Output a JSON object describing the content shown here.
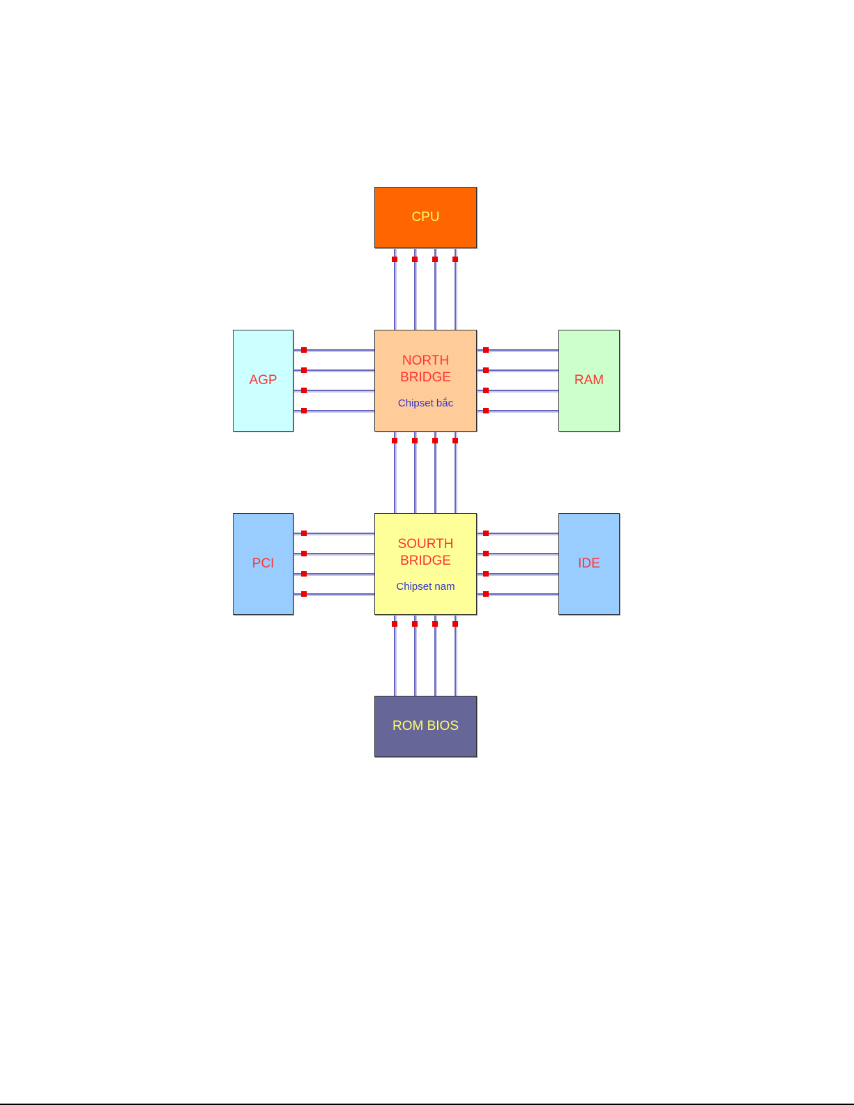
{
  "diagram": {
    "nodes": {
      "cpu": {
        "label": "CPU",
        "fill": "#FF6600",
        "text_color": "#FFFF66"
      },
      "north_bridge": {
        "label": "NORTH\nBRIDGE",
        "sublabel": "Chipset bắc",
        "fill": "#FFCC99",
        "text_color": "#FF3333",
        "sub_color": "#3333CC"
      },
      "agp": {
        "label": "AGP",
        "fill": "#CCFFFF",
        "text_color": "#FF3333"
      },
      "ram": {
        "label": "RAM",
        "fill": "#CCFFCC",
        "text_color": "#FF3333"
      },
      "south_bridge": {
        "label": "SOURTH\nBRIDGE",
        "sublabel": "Chipset nam",
        "fill": "#FFFF99",
        "text_color": "#FF3333",
        "sub_color": "#3333CC"
      },
      "pci": {
        "label": "PCI",
        "fill": "#99CCFF",
        "text_color": "#FF3333"
      },
      "ide": {
        "label": "IDE",
        "fill": "#99CCFF",
        "text_color": "#FF3333"
      },
      "rom_bios": {
        "label": "ROM BIOS",
        "fill": "#666699",
        "text_color": "#FFFF66"
      }
    },
    "connections": [
      {
        "from": "cpu",
        "to": "north_bridge",
        "lines": 4
      },
      {
        "from": "agp",
        "to": "north_bridge",
        "lines": 4
      },
      {
        "from": "north_bridge",
        "to": "ram",
        "lines": 4
      },
      {
        "from": "north_bridge",
        "to": "south_bridge",
        "lines": 4
      },
      {
        "from": "pci",
        "to": "south_bridge",
        "lines": 4
      },
      {
        "from": "south_bridge",
        "to": "ide",
        "lines": 4
      },
      {
        "from": "south_bridge",
        "to": "rom_bios",
        "lines": 4
      }
    ],
    "colors": {
      "bus_line": "#3333AA",
      "bus_line_shadow": "#B3B3DD",
      "connector": "#EE0000"
    }
  }
}
